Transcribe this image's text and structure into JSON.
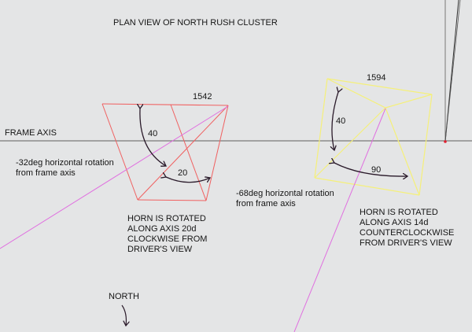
{
  "title": "PLAN VIEW OF NORTH RUSH CLUSTER",
  "frame_axis_label": "FRAME AXIS",
  "north_label": "NORTH",
  "colors": {
    "background": "#e4e5e6",
    "frame_axis": "#7a7a7a",
    "left_horn": "#f06060",
    "right_horn": "#f5f07a",
    "sight_line": "#e070e0",
    "arrow": "#2a1a2a",
    "marker_dot": "#e02030"
  },
  "left_horn": {
    "id_label": "1542",
    "vertical_angle_label": "40",
    "horizontal_angle_label": "20",
    "rotation_text": "-32deg horizontal rotation\nfrom frame axis",
    "note": "HORN IS ROTATED\nALONG AXIS 20d\nCLOCKWISE FROM\nDRIVER'S VIEW"
  },
  "right_horn": {
    "id_label": "1594",
    "vertical_angle_label": "40",
    "horizontal_angle_label": "90",
    "rotation_text": "-68deg horizontal rotation\nfrom frame axis",
    "note": "HORN IS ROTATED\nALONG AXIS 14d\nCOUNTERCLOCKWISE\nFROM DRIVER'S VIEW"
  }
}
